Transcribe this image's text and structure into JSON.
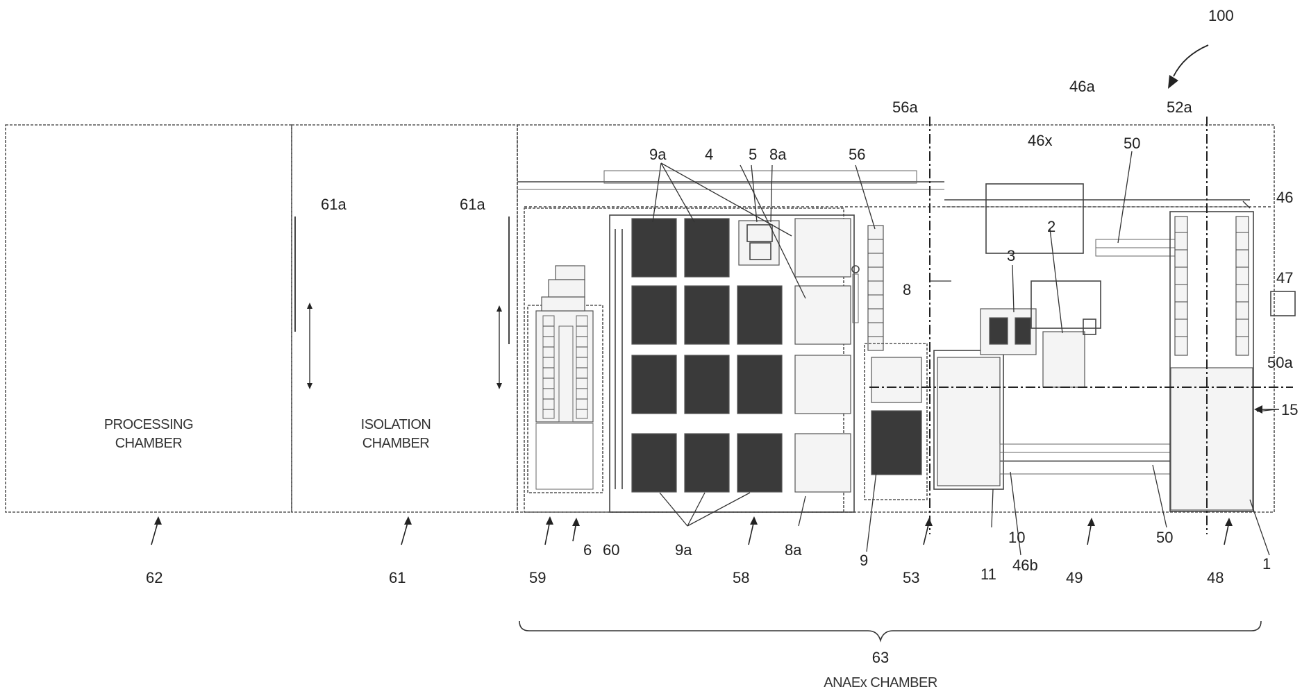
{
  "figure_number": "100",
  "chambers": {
    "processing": [
      "PROCESSING",
      "CHAMBER"
    ],
    "isolation": [
      "ISOLATION",
      "CHAMBER"
    ],
    "anaex": "ANAEx CHAMBER"
  },
  "labels": {
    "l9a_top": "9a",
    "l4": "4",
    "l5": "5",
    "l8a_top": "8a",
    "l56": "56",
    "l56a": "56a",
    "l46a": "46a",
    "l46x": "46x",
    "l52a": "52a",
    "l50_top": "50",
    "l46": "46",
    "l47": "47",
    "l50a": "50a",
    "l15": "15",
    "l61a_left": "61a",
    "l61a_right": "61a",
    "l8": "8",
    "l3": "3",
    "l2": "2",
    "l62": "62",
    "l61": "61",
    "l59": "59",
    "l6": "6",
    "l60": "60",
    "l9a_bottom": "9a",
    "l58": "58",
    "l8a_bottom": "8a",
    "l9": "9",
    "l53": "53",
    "l11": "11",
    "l10": "10",
    "l46b": "46b",
    "l49": "49",
    "l50_bottom": "50",
    "l48": "48",
    "l1": "1",
    "l63": "63"
  }
}
